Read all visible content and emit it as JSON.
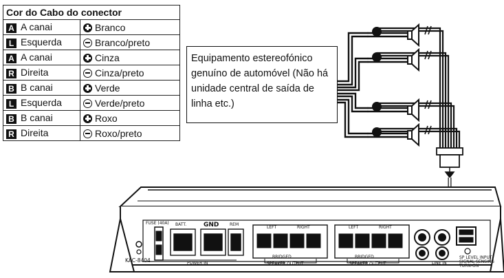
{
  "legend": {
    "header": "Cor do Cabo do conector",
    "groups": [
      {
        "rows": [
          {
            "key": "A",
            "channel": "A canai",
            "polarity": "plus",
            "color": "Branco"
          },
          {
            "key": "L",
            "channel": "Esquerda",
            "polarity": "minus",
            "color": "Branco/preto"
          }
        ]
      },
      {
        "rows": [
          {
            "key": "A",
            "channel": "A canai",
            "polarity": "plus",
            "color": "Cinza"
          },
          {
            "key": "R",
            "channel": "Direita",
            "polarity": "minus",
            "color": "Cinza/preto"
          }
        ]
      },
      {
        "rows": [
          {
            "key": "B",
            "channel": "B canai",
            "polarity": "plus",
            "color": "Verde"
          },
          {
            "key": "L",
            "channel": "Esquerda",
            "polarity": "minus",
            "color": "Verde/preto"
          }
        ]
      },
      {
        "rows": [
          {
            "key": "B",
            "channel": "B canai",
            "polarity": "plus",
            "color": "Roxo"
          },
          {
            "key": "R",
            "channel": "Direita",
            "polarity": "minus",
            "color": "Roxo/preto"
          }
        ]
      }
    ]
  },
  "description": "Equipamento estereofónico genuíno de automóvel (Não há unidade central de saída de linha etc.)",
  "amplifier": {
    "model": "KAC-8404",
    "fuse": "FUSE (40A)",
    "batt": "BATT.",
    "gnd": "GND",
    "rem": "REM",
    "power_in": "POWER IN",
    "left": "LEFT",
    "right": "RIGHT",
    "bridged": "BRIDGED",
    "speaker_output_a": "SPEAKER OUTPUT",
    "speaker_output_b": "SPEAKER OUTPUT",
    "line_in": "LINE IN",
    "sp_level_input": "SP LEVEL INPUT",
    "signal_sensing": "SIGNAL SENSING",
    "turn_on": "TURN-ON"
  }
}
